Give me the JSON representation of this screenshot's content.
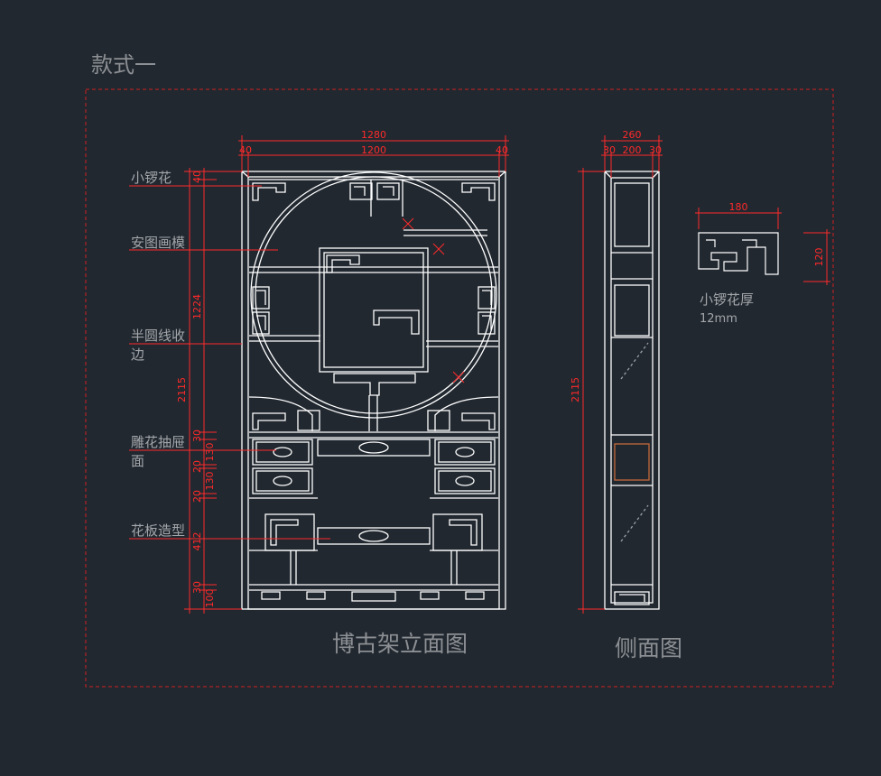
{
  "title": "款式一",
  "captions": {
    "front": "博古架立面图",
    "side": "侧面图"
  },
  "callouts": {
    "small_ornament": "小锣花",
    "picture_panel": "安图画模",
    "half_circle_line_1": "半圆线收",
    "half_circle_line_2": "边",
    "carved_drawer_1": "雕花抽屉",
    "carved_drawer_2": "面",
    "flower_panel": "花板造型"
  },
  "ornament_note": {
    "line1": "小锣花厚",
    "line2": "12mm"
  },
  "dims": {
    "front": {
      "overall_width": "1280",
      "inner_width": "1200",
      "side_left": "40",
      "side_right": "40",
      "overall_height": "2115",
      "v_top": "40",
      "v_upper": "1224",
      "v_d1": "30",
      "v_d2": "130",
      "v_d3": "20",
      "v_d4": "130",
      "v_d5": "20",
      "v_lower": "412",
      "v_base1": "30",
      "v_base2": "100"
    },
    "side": {
      "overall_depth": "260",
      "inner_depth": "200",
      "left": "30",
      "right": "30",
      "height": "2115"
    },
    "ornament": {
      "width": "180",
      "height": "120"
    }
  },
  "colors": {
    "background": "#212830",
    "line": "#ffffff",
    "dimension": "#ff2a2a",
    "text": "#8c8f93",
    "border": "#d01f1f"
  }
}
